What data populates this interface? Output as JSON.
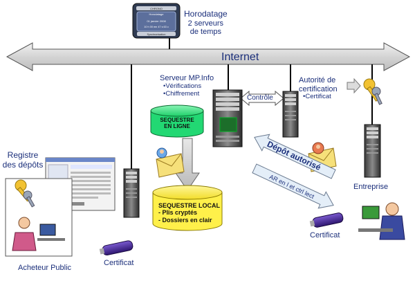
{
  "timestamp": {
    "title": "Horodatage",
    "line2": "2 serveurs",
    "line3": "de temps",
    "device": {
      "brand": "CHRONO",
      "header": "Horodatage",
      "date": "01 janvier 2008",
      "time": "10 h 00 mn 47 s 63 c",
      "footer": "Synchronisation"
    }
  },
  "internet": {
    "label": "Internet"
  },
  "server": {
    "title": "Serveur MP.Info",
    "bullets": [
      "Vérifications",
      "Chiffrement"
    ]
  },
  "controle": {
    "label": "Contrôle"
  },
  "authority": {
    "line1": "Autorité de",
    "line2": "certification",
    "bullet": "Certificat"
  },
  "sequestre_en_ligne": {
    "line1": "SEQUESTRE",
    "line2": "EN LIGNE"
  },
  "sequestre_local": {
    "title": "SEQUESTRE LOCAL",
    "items": [
      "- Plis cryptés",
      "- Dossiers en clair"
    ]
  },
  "registre": {
    "line1": "Registre",
    "line2": "des dépôts"
  },
  "depot": {
    "label": "Dépôt autorisé"
  },
  "ar": {
    "label": "AR en l et ctrl lect"
  },
  "entreprise": {
    "label": "Entreprise"
  },
  "certificat_left": {
    "label": "Certificat"
  },
  "certificat_right": {
    "label": "Certificat"
  },
  "acheteur": {
    "label": "Acheteur Public"
  },
  "colors": {
    "bar_fill": "#d6d6d6",
    "yellow_db": "#fff04a",
    "green_db": "#26e07a",
    "label_blue": "#1a2e7a",
    "token_purple": "#4a2a9a"
  }
}
